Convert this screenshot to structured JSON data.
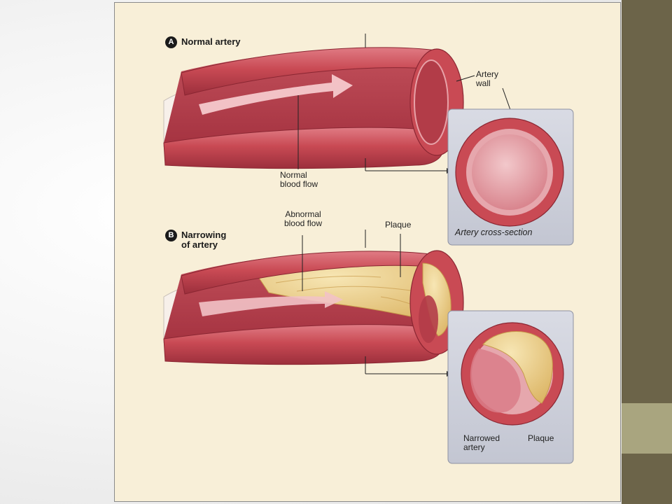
{
  "figure": {
    "panel_a": {
      "badge": "A",
      "title": "Normal artery",
      "labels": {
        "artery_wall": "Artery\nwall",
        "normal_flow": "Normal\nblood flow",
        "cross_section": "Artery cross-section"
      }
    },
    "panel_b": {
      "badge": "B",
      "title": "Narrowing\nof artery",
      "labels": {
        "abnormal_flow": "Abnormal\nblood flow",
        "plaque_top": "Plaque",
        "narrowed_artery": "Narrowed\nartery",
        "plaque_cross": "Plaque"
      }
    }
  },
  "colors": {
    "artery_outer": "#c94a54",
    "artery_dark": "#a83744",
    "artery_inner": "#b8414d",
    "artery_light": "#e7a2a8",
    "plaque": "#f0d89a",
    "plaque_dark": "#d9b45e",
    "frame_bg": "#f8efd8",
    "cross_panel_bg": "#cfd2dd",
    "slide_band": "#6c6449",
    "slide_accent": "#a9a57f"
  }
}
